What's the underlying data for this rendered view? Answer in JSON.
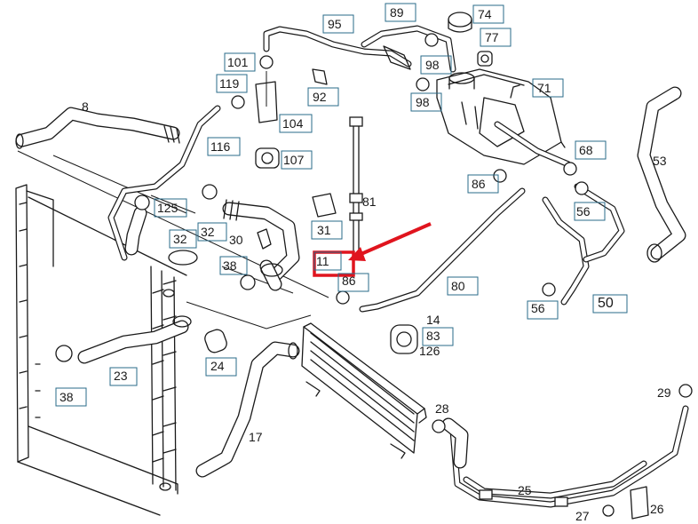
{
  "colors": {
    "line": "#1a1a1a",
    "label_box": "#2a6b8a",
    "highlight": "#e0141e"
  },
  "labels": [
    {
      "id": "95",
      "text": "95",
      "boxed": true
    },
    {
      "id": "89",
      "text": "89",
      "boxed": true
    },
    {
      "id": "74",
      "text": "74",
      "boxed": true
    },
    {
      "id": "77",
      "text": "77",
      "boxed": true
    },
    {
      "id": "101",
      "text": "101",
      "boxed": true
    },
    {
      "id": "98a",
      "text": "98",
      "boxed": true
    },
    {
      "id": "71",
      "text": "71",
      "boxed": true
    },
    {
      "id": "119",
      "text": "119",
      "boxed": true
    },
    {
      "id": "92",
      "text": "92",
      "boxed": true
    },
    {
      "id": "98b",
      "text": "98",
      "boxed": true
    },
    {
      "id": "8",
      "text": "8",
      "boxed": false
    },
    {
      "id": "104",
      "text": "104",
      "boxed": true
    },
    {
      "id": "116",
      "text": "116",
      "boxed": true
    },
    {
      "id": "107",
      "text": "107",
      "boxed": true
    },
    {
      "id": "68",
      "text": "68",
      "boxed": true
    },
    {
      "id": "53",
      "text": "53",
      "boxed": false
    },
    {
      "id": "86a",
      "text": "86",
      "boxed": true
    },
    {
      "id": "125",
      "text": "125",
      "boxed": true
    },
    {
      "id": "81",
      "text": "81",
      "boxed": false
    },
    {
      "id": "56a",
      "text": "56",
      "boxed": true
    },
    {
      "id": "32a",
      "text": "32",
      "boxed": true
    },
    {
      "id": "32b",
      "text": "32",
      "boxed": true
    },
    {
      "id": "30",
      "text": "30",
      "boxed": false
    },
    {
      "id": "31",
      "text": "31",
      "boxed": true
    },
    {
      "id": "38a",
      "text": "38",
      "boxed": true
    },
    {
      "id": "11",
      "text": "11",
      "boxed": true
    },
    {
      "id": "86b",
      "text": "86",
      "boxed": true
    },
    {
      "id": "80",
      "text": "80",
      "boxed": true
    },
    {
      "id": "56b",
      "text": "56",
      "boxed": true
    },
    {
      "id": "50",
      "text": "50",
      "boxed": true
    },
    {
      "id": "14",
      "text": "14",
      "boxed": false
    },
    {
      "id": "83",
      "text": "83",
      "boxed": true
    },
    {
      "id": "126",
      "text": "126",
      "boxed": false
    },
    {
      "id": "24",
      "text": "24",
      "boxed": true
    },
    {
      "id": "23",
      "text": "23",
      "boxed": true
    },
    {
      "id": "38b",
      "text": "38",
      "boxed": true
    },
    {
      "id": "17",
      "text": "17",
      "boxed": false
    },
    {
      "id": "28",
      "text": "28",
      "boxed": false
    },
    {
      "id": "29",
      "text": "29",
      "boxed": false
    },
    {
      "id": "25",
      "text": "25",
      "boxed": false
    },
    {
      "id": "27",
      "text": "27",
      "boxed": false
    },
    {
      "id": "26",
      "text": "26",
      "boxed": false
    }
  ]
}
